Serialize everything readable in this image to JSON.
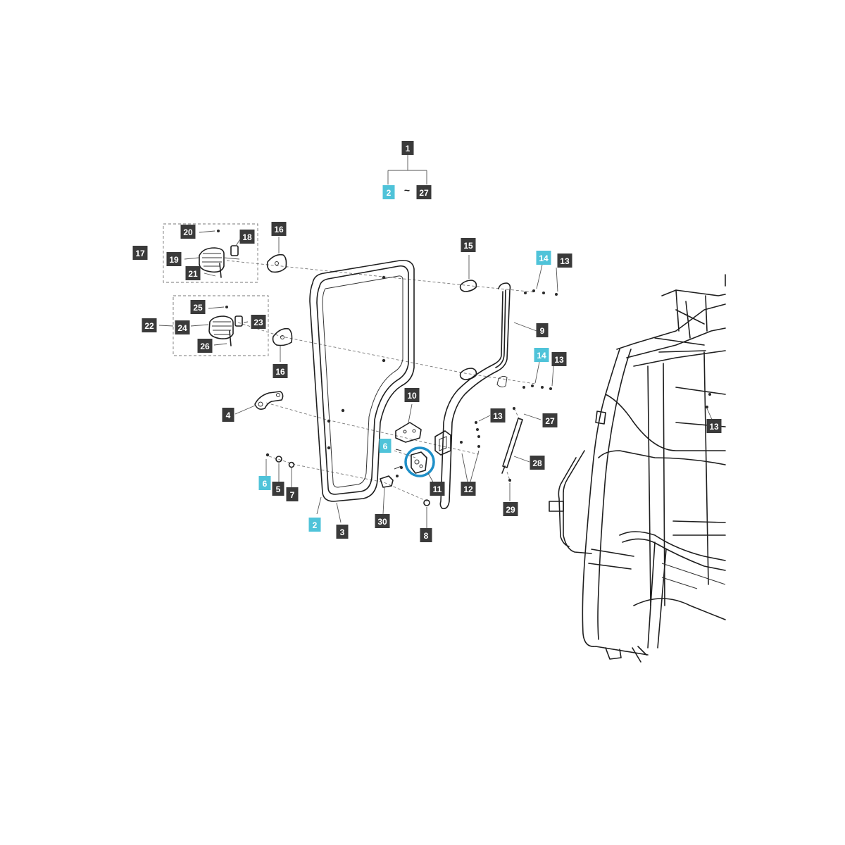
{
  "diagram": {
    "callout_color": "#3a3a3a",
    "highlight_color": "#4fc3d9",
    "range_separator": "~",
    "callouts": [
      {
        "label": "1",
        "highlight": false
      },
      {
        "label": "2",
        "highlight": true
      },
      {
        "label": "27",
        "highlight": false
      },
      {
        "label": "20",
        "highlight": false
      },
      {
        "label": "18",
        "highlight": false
      },
      {
        "label": "16",
        "highlight": false
      },
      {
        "label": "17",
        "highlight": false
      },
      {
        "label": "19",
        "highlight": false
      },
      {
        "label": "21",
        "highlight": false
      },
      {
        "label": "25",
        "highlight": false
      },
      {
        "label": "22",
        "highlight": false
      },
      {
        "label": "24",
        "highlight": false
      },
      {
        "label": "23",
        "highlight": false
      },
      {
        "label": "26",
        "highlight": false
      },
      {
        "label": "16",
        "highlight": false
      },
      {
        "label": "15",
        "highlight": false
      },
      {
        "label": "14",
        "highlight": true
      },
      {
        "label": "13",
        "highlight": false
      },
      {
        "label": "9",
        "highlight": false
      },
      {
        "label": "14",
        "highlight": true
      },
      {
        "label": "13",
        "highlight": false
      },
      {
        "label": "4",
        "highlight": false
      },
      {
        "label": "10",
        "highlight": false
      },
      {
        "label": "13",
        "highlight": false
      },
      {
        "label": "27",
        "highlight": false
      },
      {
        "label": "13",
        "highlight": false
      },
      {
        "label": "6",
        "highlight": true
      },
      {
        "label": "28",
        "highlight": false
      },
      {
        "label": "6",
        "highlight": true
      },
      {
        "label": "5",
        "highlight": false
      },
      {
        "label": "7",
        "highlight": false
      },
      {
        "label": "11",
        "highlight": false
      },
      {
        "label": "12",
        "highlight": false
      },
      {
        "label": "29",
        "highlight": false
      },
      {
        "label": "2",
        "highlight": true
      },
      {
        "label": "3",
        "highlight": false
      },
      {
        "label": "30",
        "highlight": false
      },
      {
        "label": "8",
        "highlight": false
      }
    ]
  }
}
